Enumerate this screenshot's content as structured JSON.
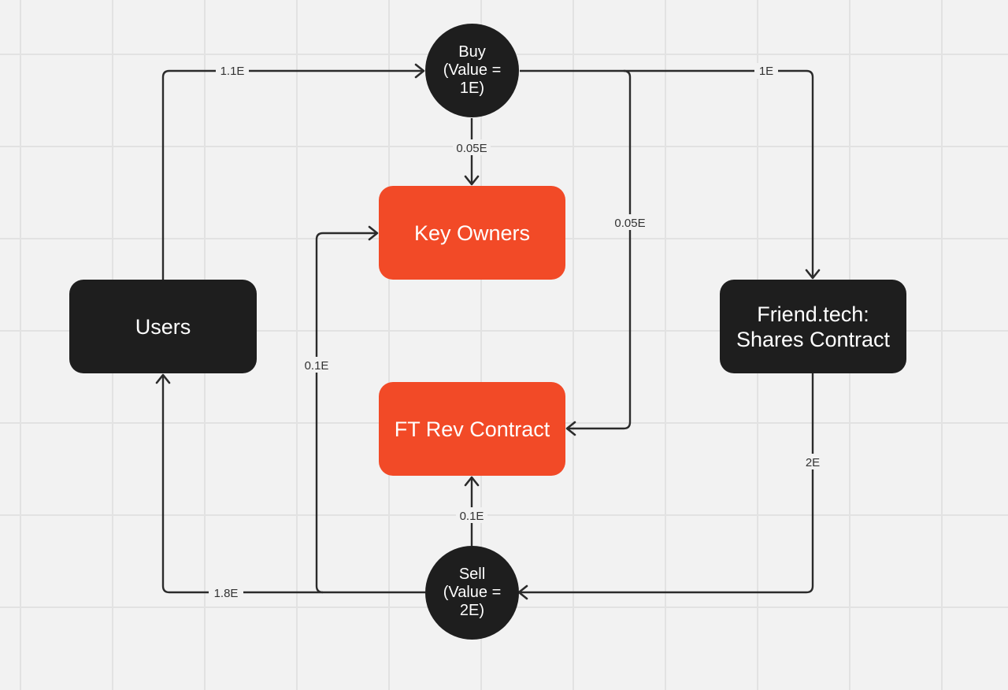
{
  "colors": {
    "background": "#f2f2f2",
    "grid": "#e2e2e2",
    "accent_node": "#f24a27",
    "dark_node": "#1e1e1e",
    "edge": "#2b2b2b"
  },
  "nodes": {
    "users": {
      "label": "Users"
    },
    "key_owners": {
      "label": "Key Owners"
    },
    "ft_rev": {
      "label": "FT Rev Contract"
    },
    "shares_contract": {
      "label": "Friend.tech:\nShares Contract"
    },
    "buy": {
      "label": "Buy\n(Value =\n1E)"
    },
    "sell": {
      "label": "Sell\n(Value =\n2E)"
    }
  },
  "edges": {
    "users_to_buy": "1.1E",
    "buy_to_key_owners": "0.05E",
    "buy_to_ft_rev": "0.05E",
    "buy_to_shares": "1E",
    "shares_to_sell": "2E",
    "sell_to_ft_rev": "0.1E",
    "sell_to_key_owners": "0.1E",
    "sell_to_users": "1.8E"
  }
}
